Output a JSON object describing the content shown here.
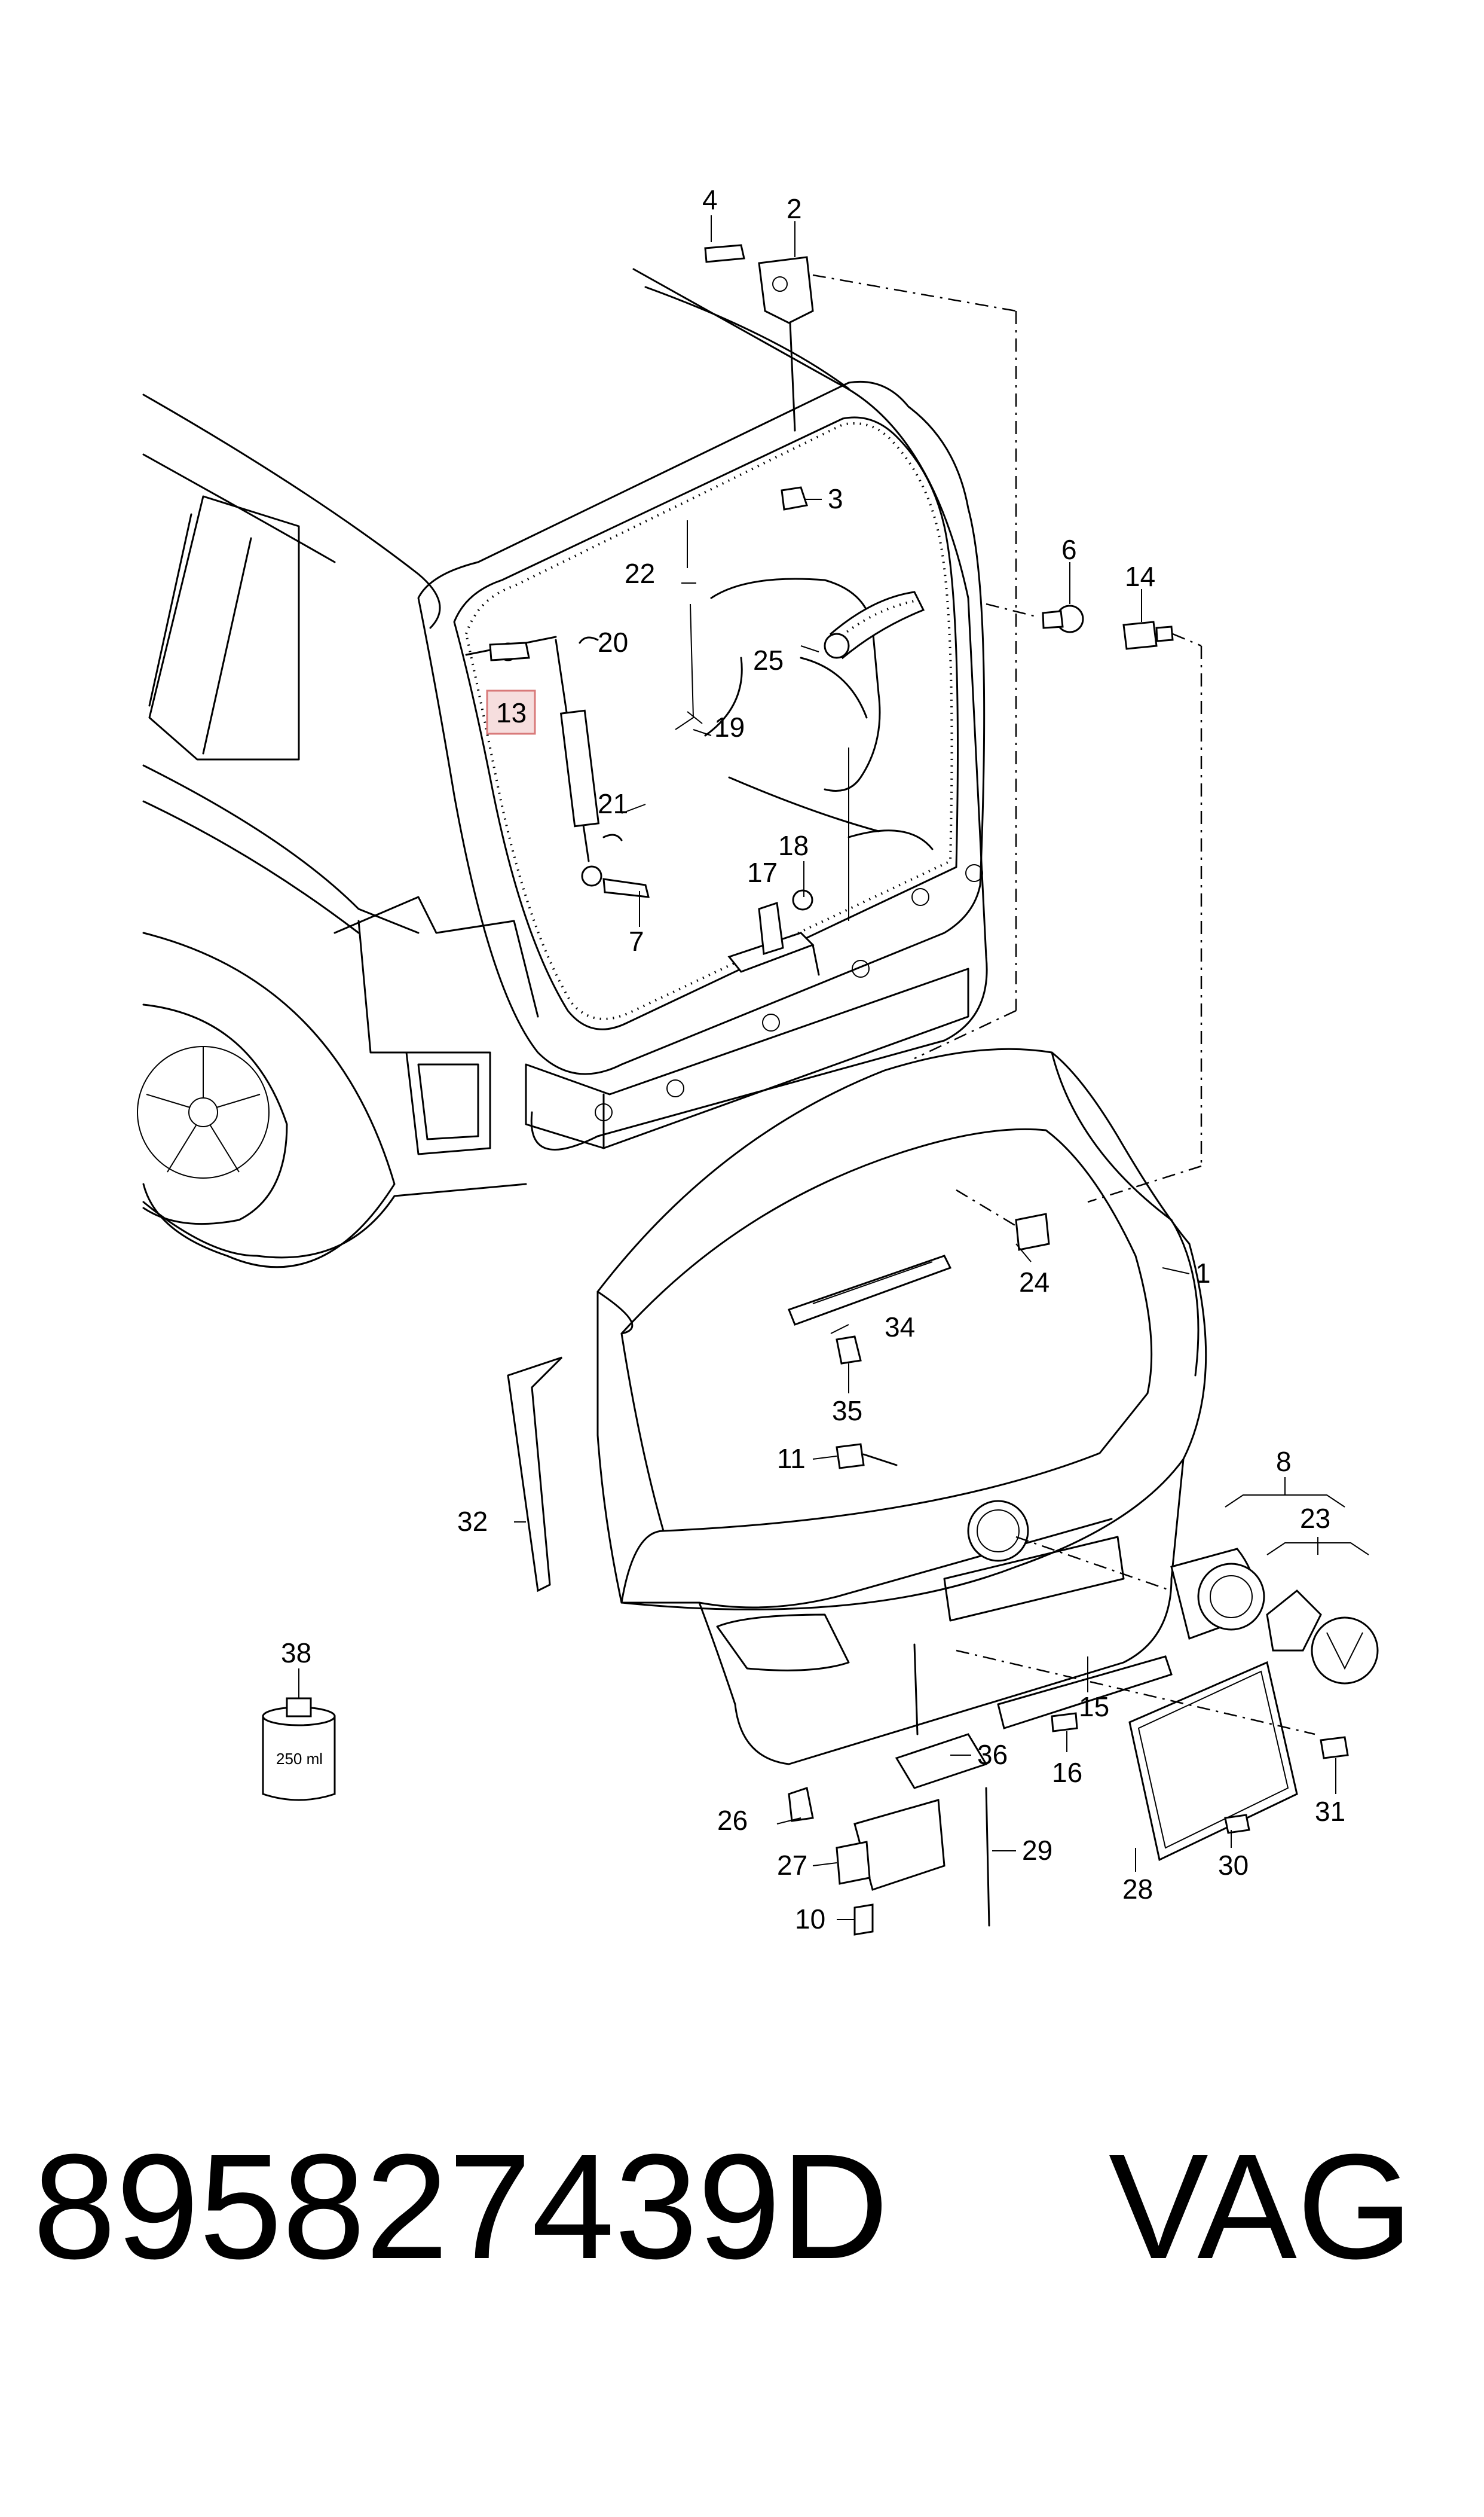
{
  "callouts": [
    {
      "id": "c1",
      "label": "1"
    },
    {
      "id": "c2",
      "label": "2"
    },
    {
      "id": "c3",
      "label": "3"
    },
    {
      "id": "c4",
      "label": "4"
    },
    {
      "id": "c6",
      "label": "6"
    },
    {
      "id": "c7",
      "label": "7"
    },
    {
      "id": "c8",
      "label": "8"
    },
    {
      "id": "c10",
      "label": "10"
    },
    {
      "id": "c11",
      "label": "11"
    },
    {
      "id": "c13",
      "label": "13",
      "highlighted": true
    },
    {
      "id": "c14",
      "label": "14"
    },
    {
      "id": "c15",
      "label": "15"
    },
    {
      "id": "c16",
      "label": "16"
    },
    {
      "id": "c17",
      "label": "17"
    },
    {
      "id": "c18",
      "label": "18"
    },
    {
      "id": "c19",
      "label": "19"
    },
    {
      "id": "c20",
      "label": "20"
    },
    {
      "id": "c21",
      "label": "21"
    },
    {
      "id": "c22",
      "label": "22"
    },
    {
      "id": "c23",
      "label": "23"
    },
    {
      "id": "c24",
      "label": "24"
    },
    {
      "id": "c25",
      "label": "25"
    },
    {
      "id": "c26",
      "label": "26"
    },
    {
      "id": "c27",
      "label": "27"
    },
    {
      "id": "c28",
      "label": "28"
    },
    {
      "id": "c29",
      "label": "29"
    },
    {
      "id": "c30",
      "label": "30"
    },
    {
      "id": "c31",
      "label": "31"
    },
    {
      "id": "c32",
      "label": "32"
    },
    {
      "id": "c34",
      "label": "34"
    },
    {
      "id": "c35",
      "label": "35"
    },
    {
      "id": "c36",
      "label": "36"
    },
    {
      "id": "c38",
      "label": "38"
    }
  ],
  "bottle_label": "250 ml",
  "footer": {
    "part_number": "895827439D",
    "brand": "VAG"
  },
  "colors": {
    "line": "#000000",
    "highlight_fill": "#f6dede",
    "highlight_border": "#d87a7a"
  }
}
